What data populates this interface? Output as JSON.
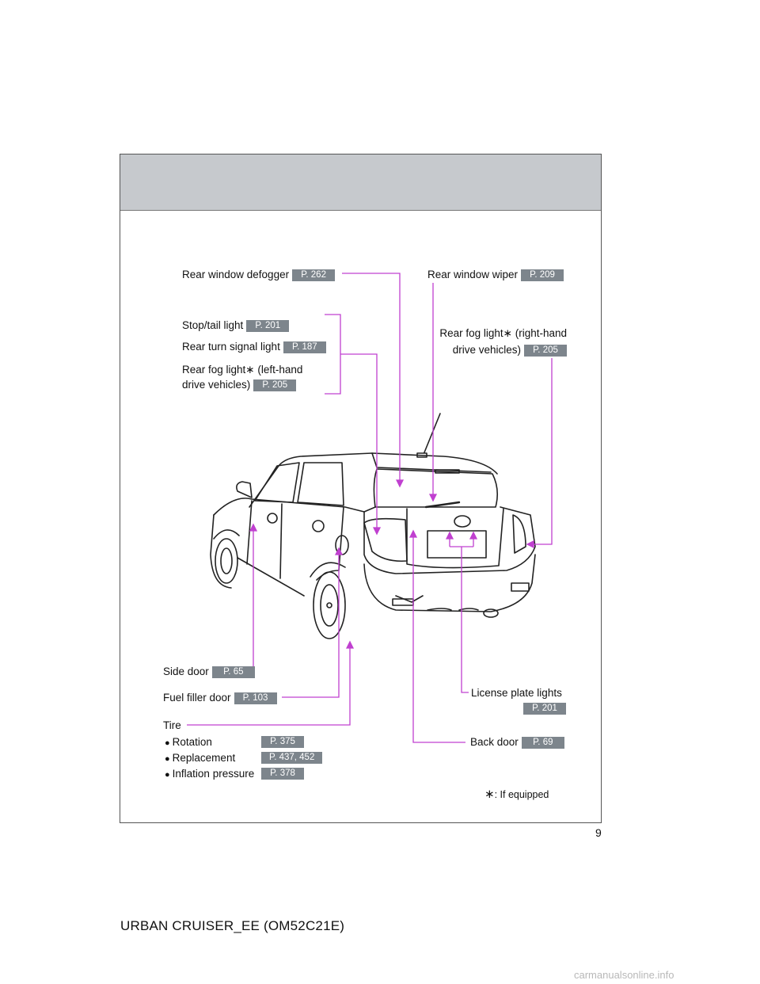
{
  "labels": {
    "rear_window_defogger": {
      "text": "Rear window defogger",
      "page": "P. 262"
    },
    "rear_window_wiper": {
      "text": "Rear window wiper",
      "page": "P. 209"
    },
    "stop_tail_light": {
      "text": "Stop/tail light",
      "page": "P. 201"
    },
    "rear_turn_signal": {
      "text": "Rear turn signal light",
      "page": "P. 187"
    },
    "rear_fog_lh": {
      "line1": "Rear fog light",
      "line1_suffix": " (left-hand",
      "line2": "drive vehicles)",
      "page": "P. 205"
    },
    "rear_fog_rh": {
      "line1": "Rear fog light",
      "line1_suffix": " (right-hand",
      "line2": "drive vehicles)",
      "page": "P. 205"
    },
    "side_door": {
      "text": "Side door",
      "page": "P. 65"
    },
    "fuel_filler": {
      "text": "Fuel filler door",
      "page": "P. 103"
    },
    "license_plate": {
      "text": "License plate lights",
      "page": "P. 201"
    },
    "back_door": {
      "text": "Back door",
      "page": "P. 69"
    },
    "tire": {
      "title": "Tire",
      "items": [
        {
          "text": "Rotation",
          "page": "P. 375"
        },
        {
          "text": "Replacement",
          "page": "P. 437, 452"
        },
        {
          "text": "Inflation pressure",
          "page": "P. 378"
        }
      ]
    }
  },
  "footnote": ": If equipped",
  "asterisk": "∗",
  "bullet_glyph": "●",
  "page_number": "9",
  "footer": "URBAN CRUISER_EE (OM52C21E)",
  "watermark": "carmanualsonline.info",
  "colors": {
    "leader": "#c040d0",
    "tag": "#7d858c",
    "header": "#c6c9cd"
  }
}
